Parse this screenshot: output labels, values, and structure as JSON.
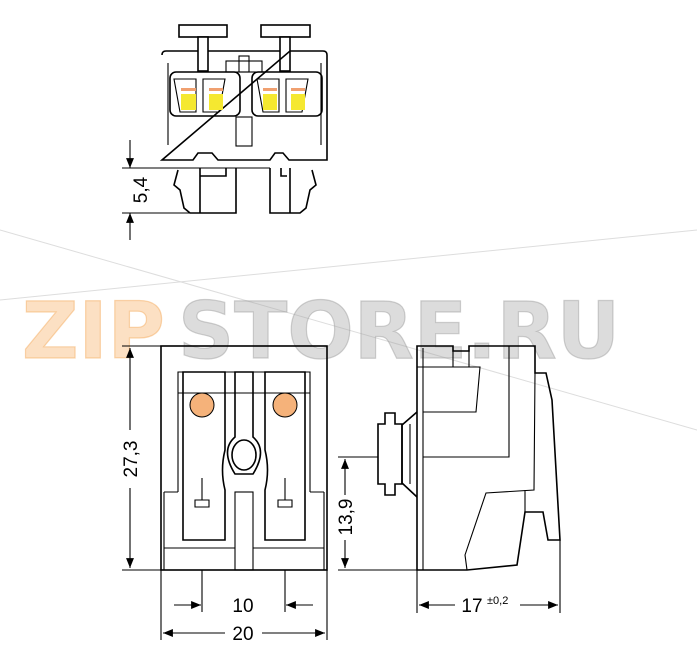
{
  "watermark": {
    "part1": "ZIP",
    "part2": "STORE.RU",
    "color1": "#f5a654",
    "color2": "#9a9a9a"
  },
  "dimensions": {
    "clip_height": "5,4",
    "total_height": "27,3",
    "pin_height": "13,9",
    "pitch": "10",
    "width": "20",
    "depth": "17",
    "depth_tolerance": "±0,2"
  },
  "colors": {
    "release_button": "#f5e830",
    "contact_dot": "#f5b27a",
    "line": "#000000"
  }
}
